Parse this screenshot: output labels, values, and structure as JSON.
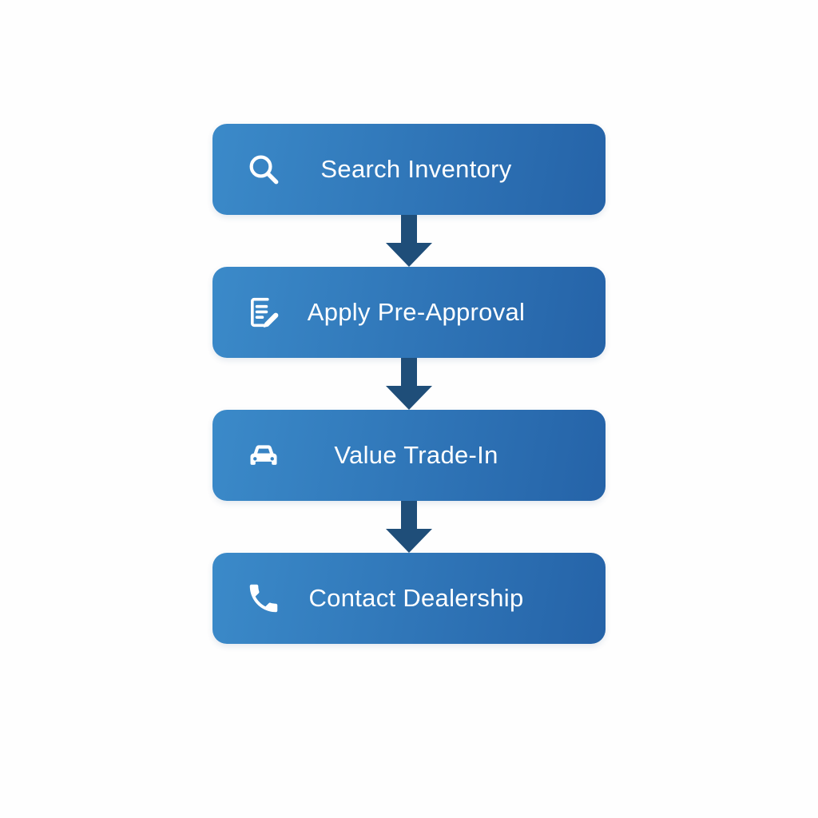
{
  "diagram": {
    "type": "vertical-flowchart",
    "steps": [
      {
        "label": "Search Inventory",
        "icon": "search-icon"
      },
      {
        "label": "Apply Pre-Approval",
        "icon": "document-pencil-icon"
      },
      {
        "label": "Value Trade-In",
        "icon": "car-icon"
      },
      {
        "label": "Contact Dealership",
        "icon": "phone-icon"
      }
    ],
    "colors": {
      "box_gradient_start": "#3b8ac9",
      "box_gradient_end": "#2563a8",
      "arrow": "#1f4e79",
      "text": "#ffffff",
      "background": "#fefefe"
    }
  }
}
